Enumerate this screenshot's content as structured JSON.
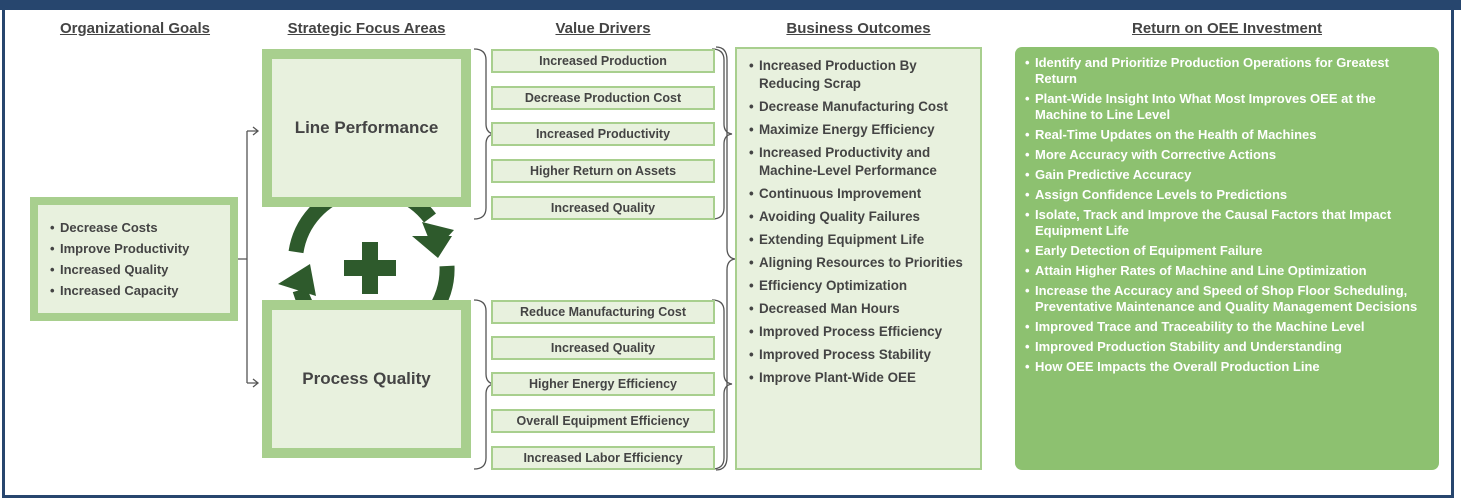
{
  "headers": {
    "goals": "Organizational Goals",
    "focus": "Strategic Focus Areas",
    "drivers": "Value Drivers",
    "outcomes": "Business Outcomes",
    "roi": "Return on OEE Investment"
  },
  "goals": [
    "Decrease Costs",
    "Improve Productivity",
    "Increased Quality",
    "Increased Capacity"
  ],
  "focus_areas": [
    "Line Performance",
    "Process Quality"
  ],
  "drivers_line": [
    "Increased Production",
    "Decrease Production Cost",
    "Increased Productivity",
    "Higher Return on Assets",
    "Increased Quality"
  ],
  "drivers_process": [
    "Reduce Manufacturing Cost",
    "Increased Quality",
    "Higher Energy Efficiency",
    "Overall Equipment Efficiency",
    "Increased Labor Efficiency"
  ],
  "outcomes": [
    "Increased Production By Reducing Scrap",
    "Decrease Manufacturing Cost",
    "Maximize Energy Efficiency",
    "Increased Productivity and Machine-Level Performance",
    "Continuous Improvement",
    "Avoiding Quality Failures",
    "Extending Equipment Life",
    "Aligning Resources to Priorities",
    "Efficiency Optimization",
    "Decreased Man Hours",
    "Improved Process Efficiency",
    "Improved Process Stability",
    "Improve Plant-Wide OEE"
  ],
  "roi": [
    "Identify and Prioritize Production Operations for Greatest Return",
    "Plant-Wide Insight Into What Most Improves OEE at the Machine to Line Level",
    "Real-Time Updates on the Health of Machines",
    "More Accuracy with Corrective Actions",
    "Gain Predictive Accuracy",
    "Assign Confidence Levels to Predictions",
    "Isolate, Track and Improve the Causal Factors that Impact Equipment Life",
    "Early Detection of Equipment Failure",
    "Attain Higher Rates of Machine and Line Optimization",
    "Increase the Accuracy and Speed of Shop Floor Scheduling, Preventative Maintenance and Quality Management Decisions",
    "Improved Trace and Traceability to the Machine Level",
    "Improved Production Stability and Understanding",
    "How OEE Impacts the Overall Production Line"
  ],
  "colors": {
    "frame": "#27466e",
    "light_green": "#e8f1de",
    "mid_green": "#a8cf8e",
    "roi_green": "#8dc170",
    "dark_green": "#2e5a2c"
  }
}
